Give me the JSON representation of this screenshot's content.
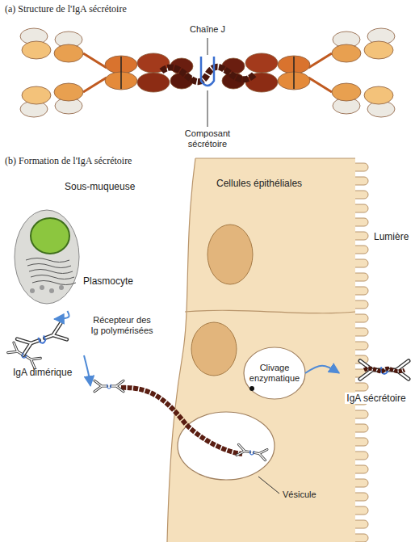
{
  "diagram": {
    "nodes": [
      {
        "text": [
          "Plasmocyte"
        ]
      },
      {
        "text": [
          "IgA dimérique"
        ]
      },
      {
        "text": [
          "Récepteur des Ig polymérisées"
        ]
      },
      {
        "text": [
          "Clivage enzymatique"
        ]
      },
      {
        "text": [
          "IgA sécrétoire"
        ]
      }
    ],
    "edges": [
      {
        "from": 0,
        "to": 1,
        "arrow": "to"
      },
      {
        "from": 1,
        "to": 2,
        "arrow": "to"
      },
      {
        "from": 3,
        "to": 4,
        "arrow": "to"
      }
    ],
    "labels": [
      "(a) Structure de l'IgA sécrétoire",
      "Chaîne J",
      "Composant sécrétoire",
      "(b) Formation de l'IgA sécrétoire",
      "Sous-muqueuse",
      "Cellules épithéliales",
      "Lumière",
      "Vésicule"
    ]
  }
}
